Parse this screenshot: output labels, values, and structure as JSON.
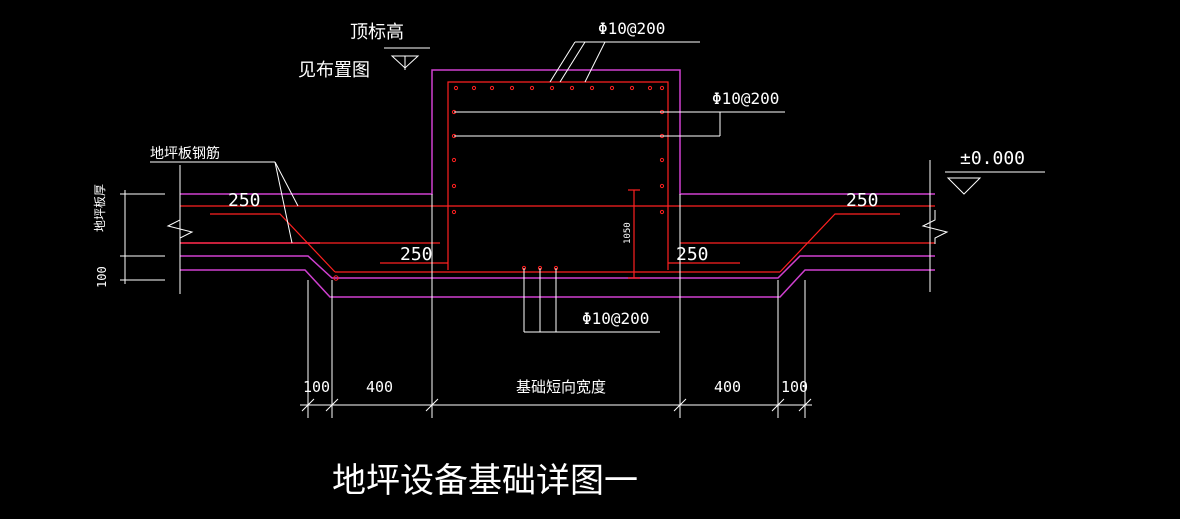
{
  "title": "地坪设备基础详图一",
  "labels": {
    "top_elevation": "顶标高",
    "see_layout": "见布置图",
    "floor_rebar": "地坪板钢筋",
    "slab_thickness": "地坪板厚",
    "elevation_zero": "±0.000",
    "short_width": "基础短向宽度",
    "height_dim": "1050"
  },
  "rebar": {
    "top": "Φ10@200",
    "side": "Φ10@200",
    "bottom": "Φ10@200"
  },
  "dims": {
    "lap_left_upper": "250",
    "lap_left_lower": "250",
    "lap_right_upper": "250",
    "lap_right_lower": "250",
    "bottom_100_left": "100",
    "bottom_400_left": "400",
    "bottom_400_right": "400",
    "bottom_100_right": "100",
    "left_100": "100"
  },
  "colors": {
    "concrete": "#d040d0",
    "rebar": "#ff2020",
    "lines": "#ffffff",
    "background": "#000000"
  }
}
